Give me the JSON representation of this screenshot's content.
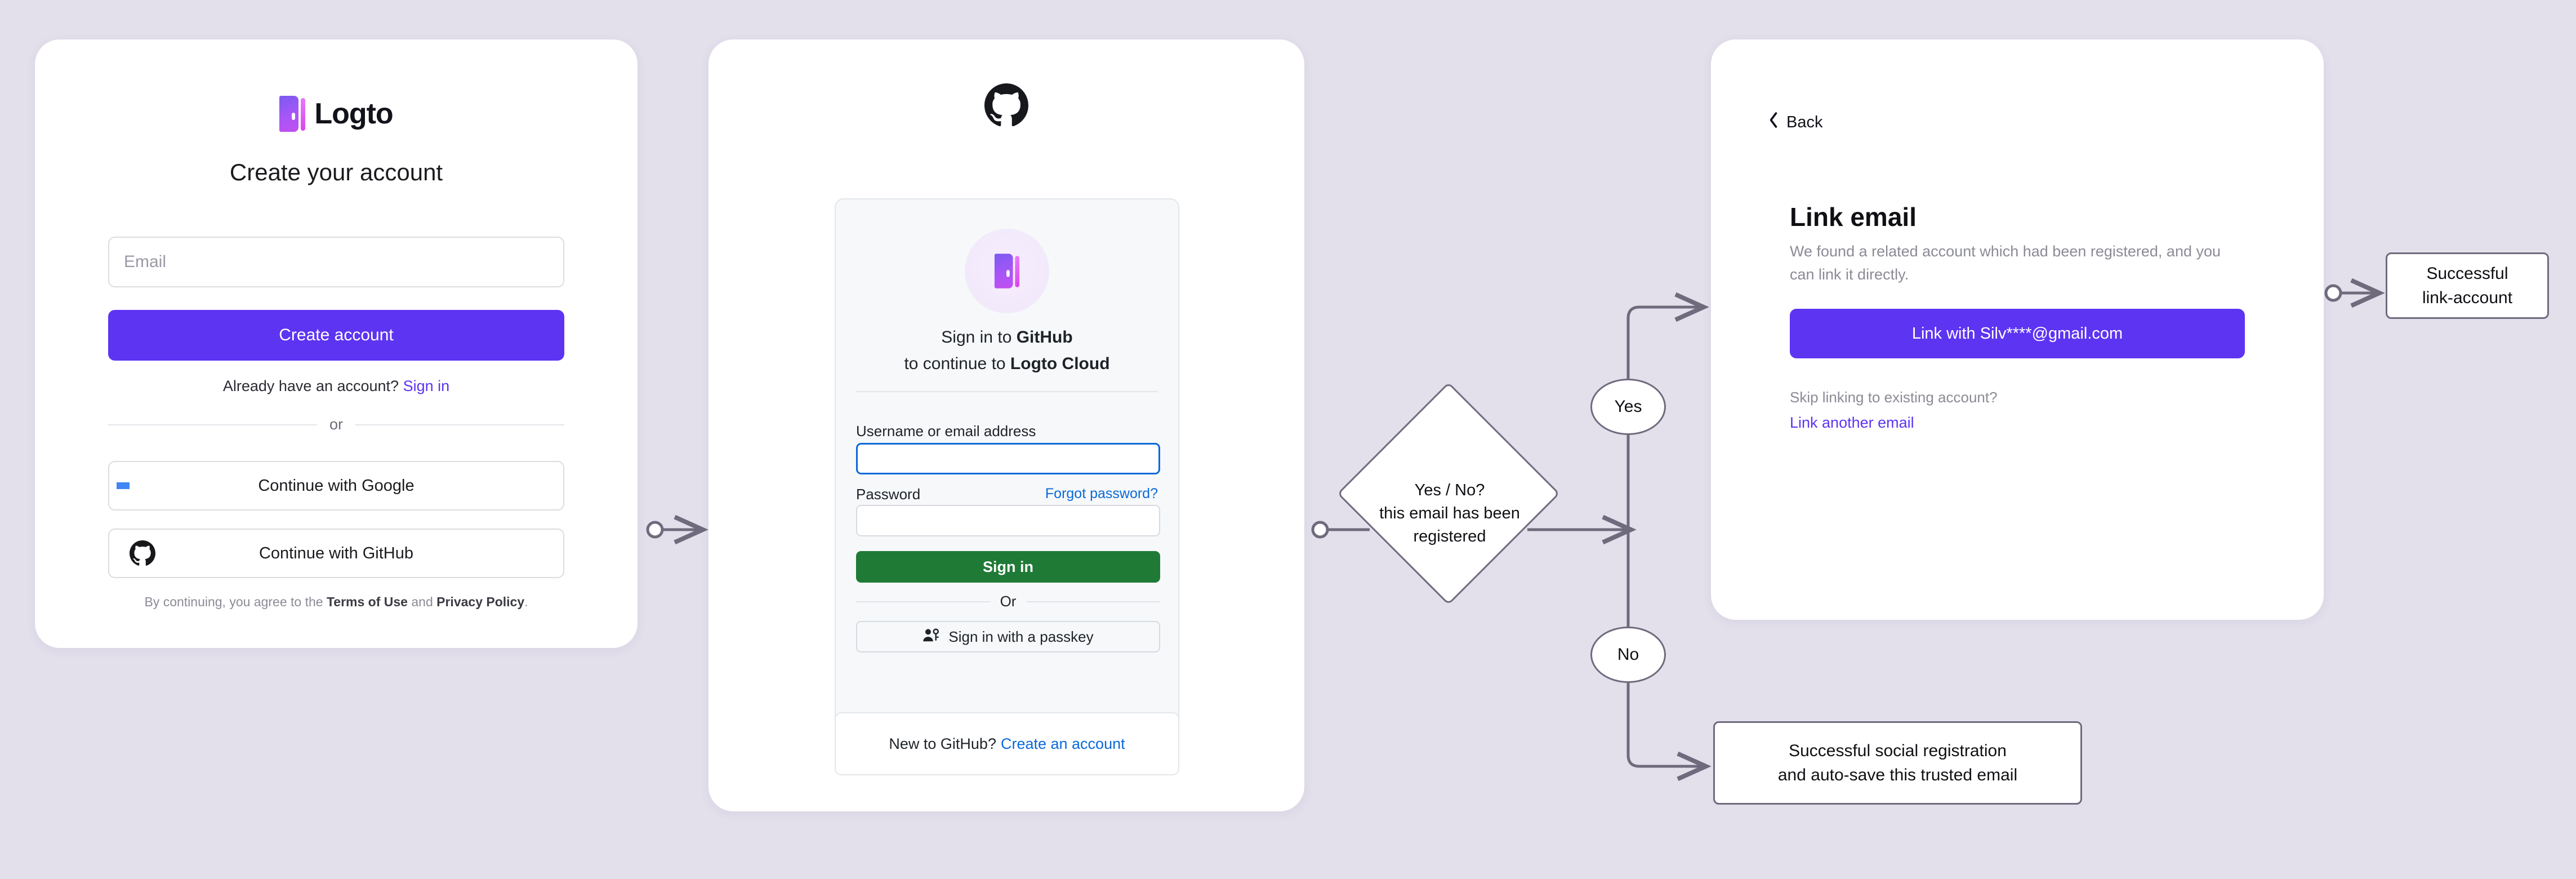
{
  "background_color": "#e3dfeb",
  "accent_purple": "#5d34f2",
  "github_green": "#1f7a36",
  "github_blue": "#0969da",
  "flow_stroke": "#6f6b7d",
  "signup_card": {
    "brand": "Logto",
    "logo_icon": "logto-door-icon",
    "title": "Create your account",
    "email_placeholder": "Email",
    "create_account_label": "Create account",
    "have_account_text": "Already have an account?",
    "sign_in_link": "Sign in",
    "or_label": "or",
    "google_label": "Continue with Google",
    "google_icon": "google-g-icon",
    "github_label": "Continue with GitHub",
    "github_icon": "github-mark-icon",
    "terms_prefix": "By continuing, you agree to the",
    "terms_of_use": "Terms of Use",
    "terms_and": "and",
    "privacy_policy": "Privacy Policy",
    "terms_suffix": "."
  },
  "github_card": {
    "mark_icon": "github-mark-icon",
    "app_icon": "logto-door-icon",
    "heading_line1_prefix": "Sign in to ",
    "heading_line1_strong": "GitHub",
    "heading_line2_prefix": "to continue to ",
    "heading_line2_strong": "Logto Cloud",
    "username_label": "Username or email address",
    "username_value": "",
    "password_label": "Password",
    "password_value": "",
    "forgot_password_link": "Forgot password?",
    "sign_in_label": "Sign in",
    "or_label": "Or",
    "passkey_label": "Sign in with a passkey",
    "passkey_icon": "person-key-icon",
    "new_to_github_text": "New to GitHub?",
    "create_account_link": "Create an account"
  },
  "link_card": {
    "back_label": "Back",
    "back_icon": "chevron-left-icon",
    "title": "Link email",
    "description": "We found a related account which had been registered, and you can link it directly.",
    "link_button_label": "Link with Silv****@gmail.com",
    "skip_label": "Skip linking to existing account?",
    "link_another_label": "Link another email"
  },
  "flow": {
    "decision_line1": "Yes / No?",
    "decision_line2": "this email has been",
    "decision_line3": "registered",
    "yes_label": "Yes",
    "no_label": "No",
    "outcome_link_line1": "Successful",
    "outcome_link_line2": "link-account",
    "outcome_social_line1": "Successful social registration",
    "outcome_social_line2": "and auto-save this trusted email"
  }
}
